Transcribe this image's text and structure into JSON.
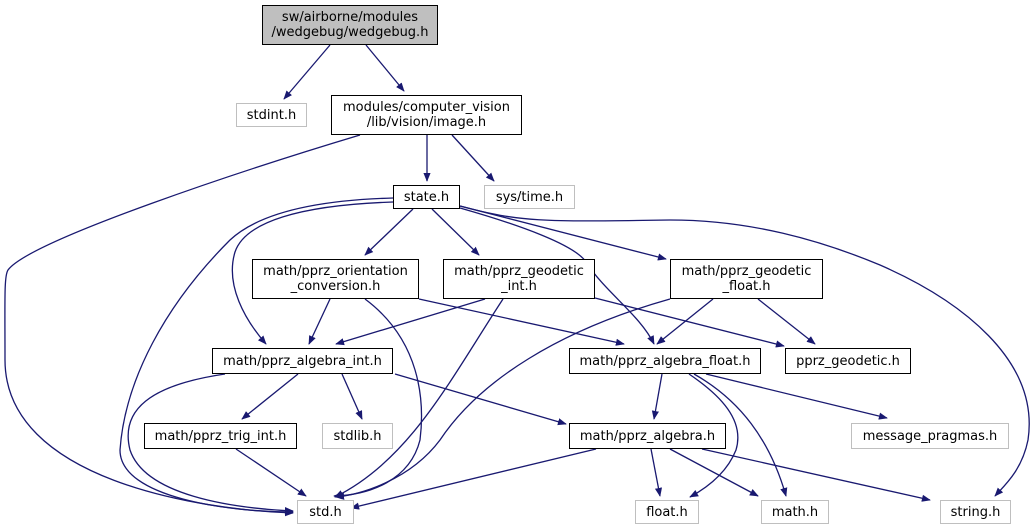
{
  "diagram": {
    "title": "Include dependency graph for wedgebug.h",
    "edge_color": "#191970",
    "nodes": [
      {
        "id": "root",
        "kind": "root",
        "lines": [
          "sw/airborne/modules",
          "/wedgebug/wedgebug.h"
        ]
      },
      {
        "id": "stdint",
        "kind": "ext",
        "lines": [
          "stdint.h"
        ]
      },
      {
        "id": "image",
        "kind": "doc",
        "lines": [
          "modules/computer_vision",
          "/lib/vision/image.h"
        ]
      },
      {
        "id": "state",
        "kind": "doc",
        "lines": [
          "state.h"
        ]
      },
      {
        "id": "systime",
        "kind": "ext",
        "lines": [
          "sys/time.h"
        ]
      },
      {
        "id": "orient",
        "kind": "doc",
        "lines": [
          "math/pprz_orientation",
          "_conversion.h"
        ]
      },
      {
        "id": "geoint",
        "kind": "doc",
        "lines": [
          "math/pprz_geodetic",
          "_int.h"
        ]
      },
      {
        "id": "geofloat",
        "kind": "doc",
        "lines": [
          "math/pprz_geodetic",
          "_float.h"
        ]
      },
      {
        "id": "algint",
        "kind": "doc",
        "lines": [
          "math/pprz_algebra_int.h"
        ]
      },
      {
        "id": "algfloat",
        "kind": "doc",
        "lines": [
          "math/pprz_algebra_float.h"
        ]
      },
      {
        "id": "geodetic",
        "kind": "doc",
        "lines": [
          "pprz_geodetic.h"
        ]
      },
      {
        "id": "trigint",
        "kind": "doc",
        "lines": [
          "math/pprz_trig_int.h"
        ]
      },
      {
        "id": "stdlib",
        "kind": "ext",
        "lines": [
          "stdlib.h"
        ]
      },
      {
        "id": "algebra",
        "kind": "doc",
        "lines": [
          "math/pprz_algebra.h"
        ]
      },
      {
        "id": "msgprag",
        "kind": "ext",
        "lines": [
          "message_pragmas.h"
        ]
      },
      {
        "id": "std",
        "kind": "ext",
        "lines": [
          "std.h"
        ]
      },
      {
        "id": "float",
        "kind": "ext",
        "lines": [
          "float.h"
        ]
      },
      {
        "id": "math",
        "kind": "ext",
        "lines": [
          "math.h"
        ]
      },
      {
        "id": "string",
        "kind": "ext",
        "lines": [
          "string.h"
        ]
      }
    ],
    "edges": [
      {
        "from": "root",
        "to": "stdint"
      },
      {
        "from": "root",
        "to": "image"
      },
      {
        "from": "image",
        "to": "std"
      },
      {
        "from": "image",
        "to": "state"
      },
      {
        "from": "image",
        "to": "systime"
      },
      {
        "from": "state",
        "to": "std"
      },
      {
        "from": "state",
        "to": "orient"
      },
      {
        "from": "state",
        "to": "geoint"
      },
      {
        "from": "state",
        "to": "geofloat"
      },
      {
        "from": "state",
        "to": "algint"
      },
      {
        "from": "state",
        "to": "algfloat"
      },
      {
        "from": "state",
        "to": "string"
      },
      {
        "from": "orient",
        "to": "algint"
      },
      {
        "from": "orient",
        "to": "algfloat"
      },
      {
        "from": "orient",
        "to": "std"
      },
      {
        "from": "geoint",
        "to": "algint"
      },
      {
        "from": "geoint",
        "to": "std"
      },
      {
        "from": "geoint",
        "to": "geodetic"
      },
      {
        "from": "geofloat",
        "to": "algfloat"
      },
      {
        "from": "geofloat",
        "to": "geodetic"
      },
      {
        "from": "geofloat",
        "to": "std"
      },
      {
        "from": "algint",
        "to": "std"
      },
      {
        "from": "algint",
        "to": "trigint"
      },
      {
        "from": "algint",
        "to": "stdlib"
      },
      {
        "from": "algint",
        "to": "algebra"
      },
      {
        "from": "trigint",
        "to": "std"
      },
      {
        "from": "algfloat",
        "to": "algebra"
      },
      {
        "from": "algfloat",
        "to": "msgprag"
      },
      {
        "from": "algfloat",
        "to": "float"
      },
      {
        "from": "algfloat",
        "to": "math"
      },
      {
        "from": "algebra",
        "to": "std"
      },
      {
        "from": "algebra",
        "to": "float"
      },
      {
        "from": "algebra",
        "to": "math"
      },
      {
        "from": "algebra",
        "to": "string"
      }
    ]
  }
}
